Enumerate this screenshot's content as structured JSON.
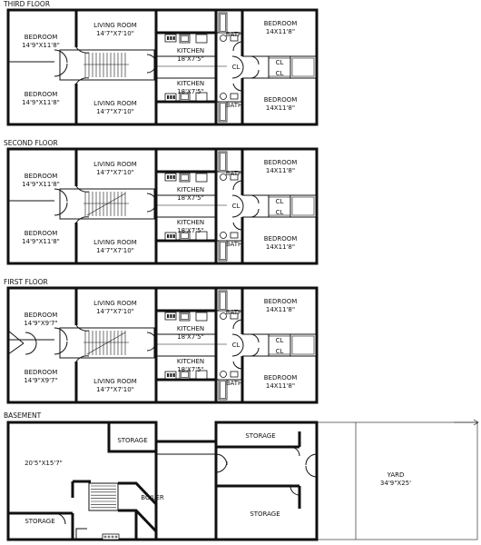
{
  "floors": {
    "third": {
      "title": "THIRD FLOOR",
      "labels": {
        "bed_nw": [
          "BEDROOM",
          "14'9\"X11'8\""
        ],
        "liv_n": [
          "LIVING ROOM",
          "14'7\"X7'10\""
        ],
        "kit_n": [
          "KITCHEN",
          "18'X7'5\""
        ],
        "bath_n": [
          "BATH"
        ],
        "bed_ne": [
          "BEDROOM",
          "14X11'8\""
        ],
        "bed_sw": [
          "BEDROOM",
          "14'9\"X11'8\""
        ],
        "liv_s": [
          "LIVING ROOM",
          "14'7\"X7'10\""
        ],
        "kit_s": [
          "KITCHEN",
          "18'X7'5\""
        ],
        "bath_s": [
          "BATH"
        ],
        "bed_se": [
          "BEDROOM",
          "14X11'8\""
        ],
        "cl1": [
          "CL"
        ],
        "cl2": [
          "CL"
        ],
        "cl3": [
          "CL"
        ]
      }
    },
    "second": {
      "title": "SECOND FLOOR",
      "labels": {
        "bed_nw": [
          "BEDROOM",
          "14'9\"X11'8\""
        ],
        "liv_n": [
          "LIVING ROOM",
          "14'7\"X7'10\""
        ],
        "kit_n": [
          "KITCHEN",
          "18'X7'5\""
        ],
        "bath_n": [
          "BATH"
        ],
        "bed_ne": [
          "BEDROOM",
          "14X11'8\""
        ],
        "bed_sw": [
          "BEDROOM",
          "14'9\"X11'8\""
        ],
        "liv_s": [
          "LIVING ROOM",
          "14'7\"X7'10\""
        ],
        "kit_s": [
          "KITCHEN",
          "18'X7'5\""
        ],
        "bath_s": [
          "BATH"
        ],
        "bed_se": [
          "BEDROOM",
          "14X11'8\""
        ],
        "cl1": [
          "CL"
        ],
        "cl2": [
          "CL"
        ],
        "cl3": [
          "CL"
        ]
      }
    },
    "first": {
      "title": "FIRST FLOOR",
      "labels": {
        "bed_nw": [
          "BEDROOM",
          "14'9\"X9'7\""
        ],
        "liv_n": [
          "LIVING ROOM",
          "14'7\"X7'10\""
        ],
        "kit_n": [
          "KITCHEN",
          "18'X7'5\""
        ],
        "bath_n": [
          "BATH"
        ],
        "bed_ne": [
          "BEDROOM",
          "14X11'8\""
        ],
        "bed_sw": [
          "BEDROOM",
          "14'9\"X9'7\""
        ],
        "liv_s": [
          "LIVING ROOM",
          "14'7\"X7'10\""
        ],
        "kit_s": [
          "KITCHEN",
          "18'X7'5\""
        ],
        "bath_s": [
          "BATH"
        ],
        "bed_se": [
          "BEDROOM",
          "14X11'8\""
        ],
        "cl1": [
          "CL"
        ],
        "cl2": [
          "CL"
        ],
        "cl3": [
          "CL"
        ]
      }
    }
  },
  "basement": {
    "title": "BASEMENT",
    "labels": {
      "main_room": [
        "20'5\"X15'7\""
      ],
      "storage_nw": [
        "STORAGE"
      ],
      "storage_ne": [
        "STORAGE"
      ],
      "boiler": [
        "BOILER"
      ],
      "storage_sw": [
        "STORAGE"
      ],
      "storage_se": [
        "STORAGE"
      ],
      "yard": [
        "YARD",
        "34'9\"X25'"
      ]
    }
  }
}
